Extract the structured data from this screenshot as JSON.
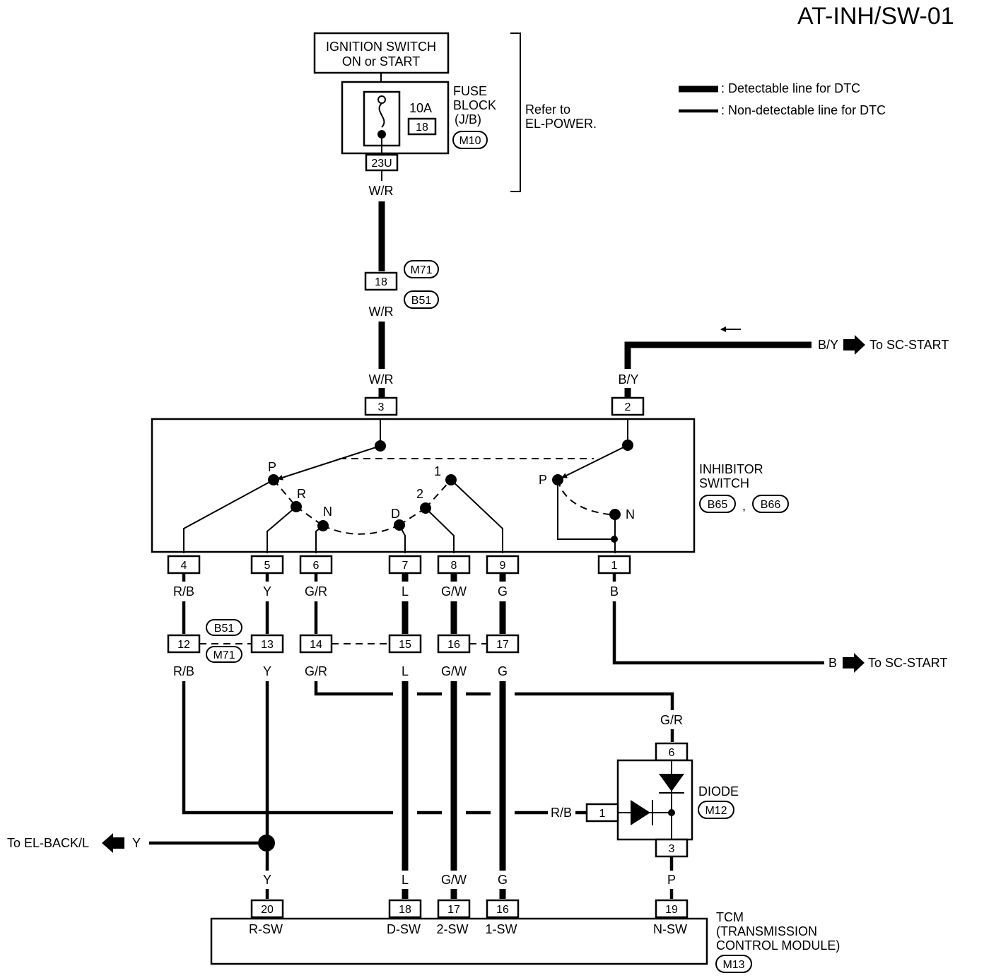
{
  "page_code": "AT-INH/SW-01",
  "legend": {
    "detectable": ": Detectable line for DTC",
    "non_detectable": ": Non-detectable line for DTC"
  },
  "ignition_switch": {
    "line1": "IGNITION SWITCH",
    "line2": "ON or START"
  },
  "fuse_block": {
    "line1": "FUSE",
    "line2": "BLOCK",
    "line3": "(J/B)",
    "rating": "10A",
    "fuse_no": "18",
    "connector": "M10",
    "terminal": "23U"
  },
  "refer_to": {
    "line1": "Refer to",
    "line2": "EL-POWER."
  },
  "wires": {
    "wr_1": "W/R",
    "wr_2": "W/R",
    "wr_3": "W/R",
    "by_top": "B/Y",
    "by_right": "B/Y",
    "rb_1": "R/B",
    "rb_2": "R/B",
    "rb_3": "R/B",
    "y_1": "Y",
    "y_2": "Y",
    "y_3": "Y",
    "y_4": "Y",
    "gr_1": "G/R",
    "gr_2": "G/R",
    "gr_3": "G/R",
    "l_1": "L",
    "l_2": "L",
    "l_3": "L",
    "gw_1": "G/W",
    "gw_2": "G/W",
    "gw_3": "G/W",
    "g_1": "G",
    "g_2": "G",
    "g_3": "G",
    "b_1": "B",
    "b_2": "B",
    "p_1": "P"
  },
  "joint_connector": {
    "top": "M71",
    "bottom": "B51",
    "terminal": "18"
  },
  "mid_connector": {
    "top": "B51",
    "bottom": "M71"
  },
  "destinations": {
    "sc_start_1": "To SC-START",
    "sc_start_2": "To SC-START",
    "el_back": "To EL-BACK/L"
  },
  "inhibitor_switch": {
    "line1": "INHIBITOR",
    "line2": "SWITCH",
    "conn1": "B65",
    "separator": ",",
    "conn2": "B66",
    "pos_p_left": "P",
    "pos_r": "R",
    "pos_n_left": "N",
    "pos_d": "D",
    "pos_2": "2",
    "pos_1": "1",
    "pos_p_right": "P",
    "pos_n_right": "N",
    "term_top_left": "3",
    "term_top_right": "2",
    "terms_bottom": [
      "4",
      "5",
      "6",
      "7",
      "8",
      "9",
      "1"
    ]
  },
  "mid_terms": [
    "12",
    "13",
    "14",
    "15",
    "16",
    "17"
  ],
  "diode": {
    "label": "DIODE",
    "connector": "M12",
    "term_top": "6",
    "term_left": "1",
    "term_bottom": "3"
  },
  "tcm": {
    "line1": "TCM",
    "line2": "(TRANSMISSION",
    "line3": "CONTROL MODULE)",
    "connector": "M13",
    "terms": [
      "20",
      "18",
      "17",
      "16",
      "19"
    ],
    "labels": [
      "R-SW",
      "D-SW",
      "2-SW",
      "1-SW",
      "N-SW"
    ]
  }
}
